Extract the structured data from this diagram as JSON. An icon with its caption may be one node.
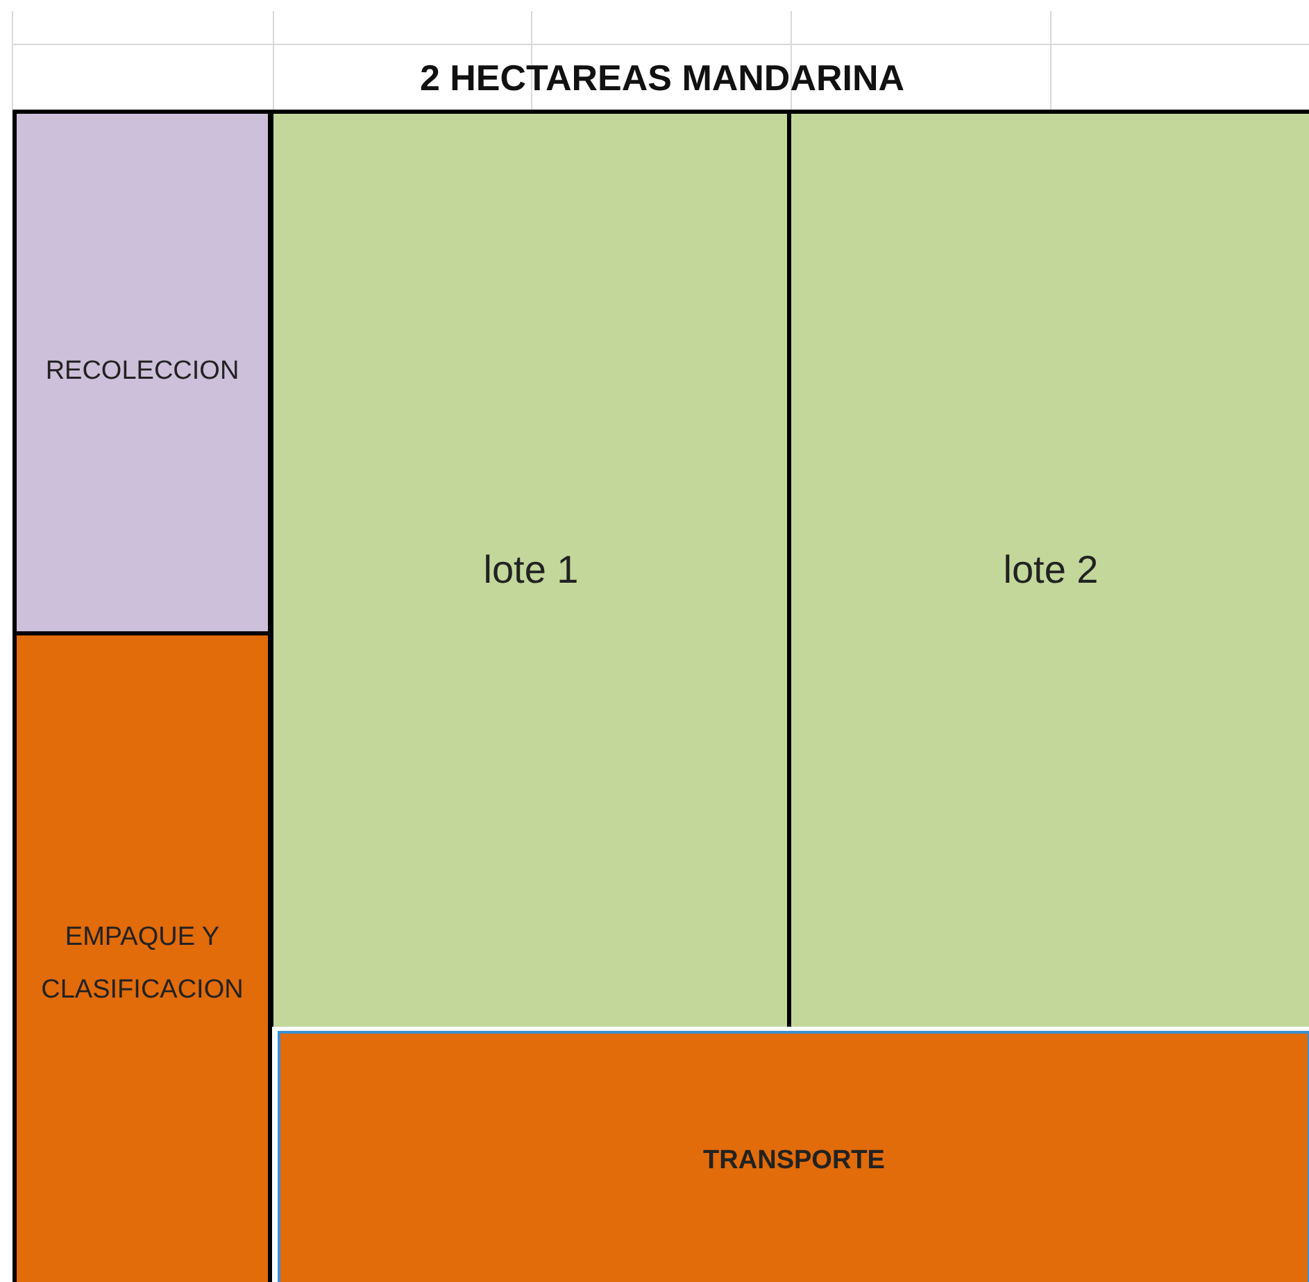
{
  "diagram": {
    "title": "2 HECTAREAS MANDARINA",
    "nodes": [
      {
        "text": [
          "RECOLECCION"
        ]
      },
      {
        "text": [
          "EMPAQUE Y CLASIFICACION"
        ]
      },
      {
        "text": [
          "lote 1"
        ]
      },
      {
        "text": [
          "lote 2"
        ]
      },
      {
        "text": [
          "TRANSPORTE"
        ]
      }
    ]
  }
}
